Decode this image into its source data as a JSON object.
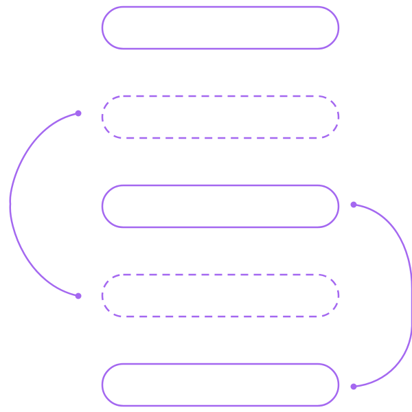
{
  "diagram": {
    "accent_color": "#a468f0",
    "background_color": "#ffffff",
    "nodes": [
      {
        "id": "box-1",
        "style": "solid",
        "text": ""
      },
      {
        "id": "box-2",
        "style": "dashed",
        "text": ""
      },
      {
        "id": "box-3",
        "style": "solid",
        "text": ""
      },
      {
        "id": "box-4",
        "style": "dashed",
        "text": ""
      },
      {
        "id": "box-5",
        "style": "solid",
        "text": ""
      }
    ],
    "connectors": [
      {
        "from": "box-2",
        "to": "box-4",
        "side": "left"
      },
      {
        "from": "box-3",
        "to": "box-5",
        "side": "right"
      }
    ]
  }
}
